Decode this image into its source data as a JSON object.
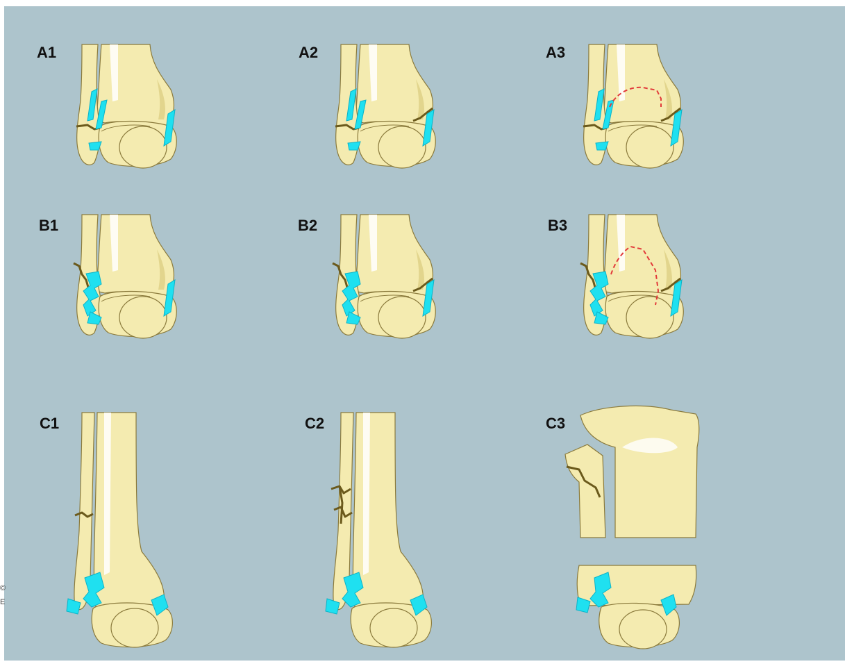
{
  "colors": {
    "background": "#adc4cc",
    "bone": "#f4ebb0",
    "bone_shade": "#e2d58d",
    "bone_highlight": "#ffffff",
    "outline": "#8a7a3c",
    "ligament": "#1fe0f0",
    "ligament_dark": "#0bb3c8",
    "fracture": "#6b5a1c",
    "dashed_line": "#e23a3a"
  },
  "panels": [
    {
      "label": "A1",
      "type": "ankle",
      "fracture": "fibula-tip",
      "medial": false,
      "dashed": "none"
    },
    {
      "label": "A2",
      "type": "ankle",
      "fracture": "fibula-tip",
      "medial": true,
      "dashed": "none"
    },
    {
      "label": "A3",
      "type": "ankle",
      "fracture": "fibula-tip",
      "medial": true,
      "dashed": "low"
    },
    {
      "label": "B1",
      "type": "ankle",
      "fracture": "fibula-oblique",
      "medial": false,
      "dashed": "none"
    },
    {
      "label": "B2",
      "type": "ankle",
      "fracture": "fibula-oblique",
      "medial": true,
      "dashed": "none"
    },
    {
      "label": "B3",
      "type": "ankle",
      "fracture": "fibula-oblique",
      "medial": true,
      "dashed": "high"
    },
    {
      "label": "C1",
      "type": "leg",
      "fracture": "fibula-shaft",
      "medial": false,
      "dashed": "none"
    },
    {
      "label": "C2",
      "type": "leg",
      "fracture": "fibula-comminuted",
      "medial": false,
      "dashed": "none"
    },
    {
      "label": "C3",
      "type": "split",
      "fracture": "fibula-neck",
      "medial": false,
      "dashed": "none"
    }
  ],
  "edge_marks": [
    "©",
    "E"
  ]
}
